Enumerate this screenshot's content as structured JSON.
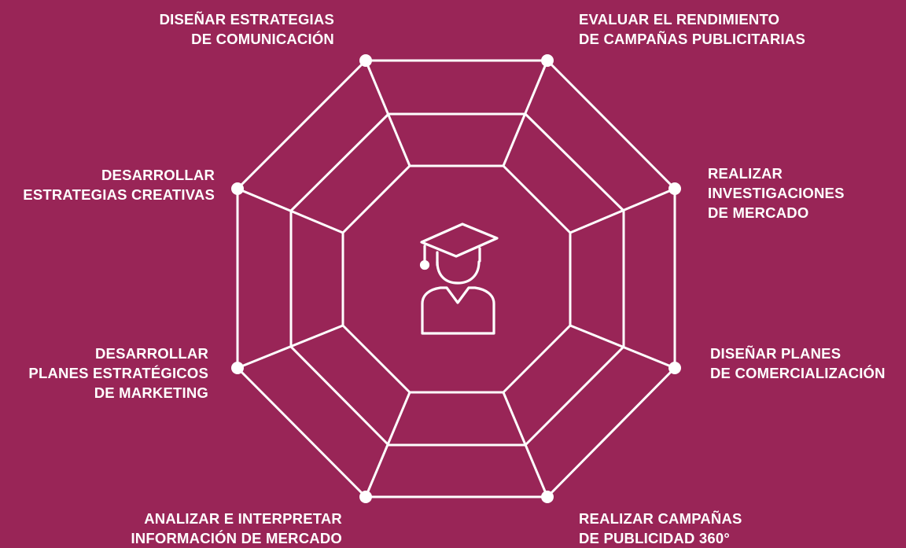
{
  "colors": {
    "background": "#992557",
    "foreground": "#ffffff"
  },
  "center_icon": "graduate-icon",
  "skills": [
    {
      "id": "top-left",
      "lines": [
        "DISEÑAR ESTRATEGIAS",
        "DE COMUNICACIÓN"
      ]
    },
    {
      "id": "top-right",
      "lines": [
        "EVALUAR EL RENDIMIENTO",
        "DE CAMPAÑAS PUBLICITARIAS"
      ]
    },
    {
      "id": "upper-right",
      "lines": [
        "REALIZAR",
        "INVESTIGACIONES",
        "DE MERCADO"
      ]
    },
    {
      "id": "lower-right",
      "lines": [
        "DISEÑAR PLANES",
        "DE COMERCIALIZACIÓN"
      ]
    },
    {
      "id": "bottom-right",
      "lines": [
        "REALIZAR CAMPAÑAS",
        "DE PUBLICIDAD 360°"
      ]
    },
    {
      "id": "bottom-left",
      "lines": [
        "ANALIZAR E INTERPRETAR",
        "INFORMACIÓN DE MERCADO"
      ]
    },
    {
      "id": "lower-left",
      "lines": [
        "DESARROLLAR",
        "PLANES ESTRATÉGICOS",
        "DE MARKETING"
      ]
    },
    {
      "id": "upper-left",
      "lines": [
        "DESARROLLAR",
        "ESTRATEGIAS CREATIVAS"
      ]
    }
  ]
}
